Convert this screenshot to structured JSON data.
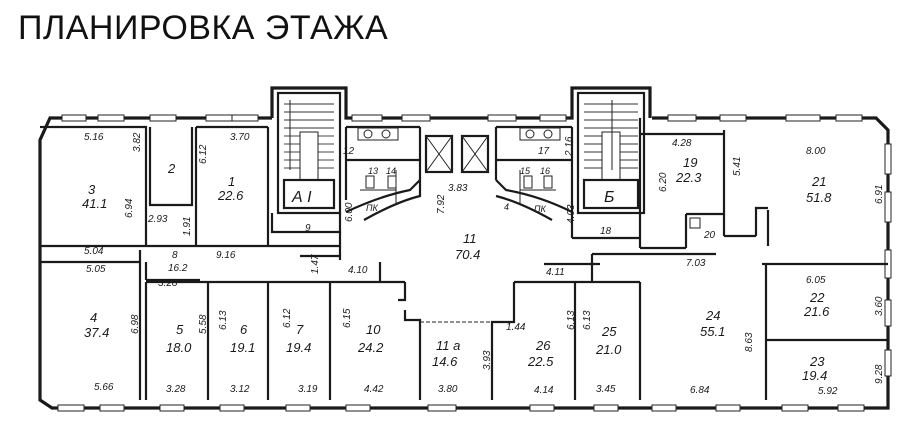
{
  "title": "ПЛАНИРОВКА ЭТАЖА",
  "stairs": [
    {
      "id": "stair-a",
      "label": "А I"
    },
    {
      "id": "stair-b",
      "label": "Б"
    }
  ],
  "rooms": [
    {
      "id": "r3",
      "number": "3",
      "area": "41.1"
    },
    {
      "id": "r2",
      "number": "2",
      "area": ""
    },
    {
      "id": "r1",
      "number": "1",
      "area": "22.6"
    },
    {
      "id": "r12",
      "number": "12",
      "area": ""
    },
    {
      "id": "r13",
      "number": "13",
      "area": ""
    },
    {
      "id": "r14",
      "number": "14",
      "area": ""
    },
    {
      "id": "r15",
      "number": "15",
      "area": ""
    },
    {
      "id": "r16",
      "number": "16",
      "area": ""
    },
    {
      "id": "r17",
      "number": "17",
      "area": ""
    },
    {
      "id": "r9",
      "number": "9",
      "area": ""
    },
    {
      "id": "r8",
      "number": "8",
      "area": "16.2"
    },
    {
      "id": "r11",
      "number": "11",
      "area": "70.4"
    },
    {
      "id": "r18",
      "number": "18",
      "area": ""
    },
    {
      "id": "r19",
      "number": "19",
      "area": "22.3"
    },
    {
      "id": "r20",
      "number": "20",
      "area": ""
    },
    {
      "id": "r21",
      "number": "21",
      "area": "51.8"
    },
    {
      "id": "r4",
      "number": "4",
      "area": "37.4"
    },
    {
      "id": "r5",
      "number": "5",
      "area": "18.0"
    },
    {
      "id": "r6",
      "number": "6",
      "area": "19.1"
    },
    {
      "id": "r7",
      "number": "7",
      "area": "19.4"
    },
    {
      "id": "r10",
      "number": "10",
      "area": "24.2"
    },
    {
      "id": "r11a",
      "number": "11 а",
      "area": "14.6"
    },
    {
      "id": "r26",
      "number": "26",
      "area": "22.5"
    },
    {
      "id": "r25",
      "number": "25",
      "area": "21.0"
    },
    {
      "id": "r24",
      "number": "24",
      "area": "55.1"
    },
    {
      "id": "r22",
      "number": "22",
      "area": "21.6"
    },
    {
      "id": "r23",
      "number": "23",
      "area": "19.4"
    }
  ],
  "tags": {
    "pk1": "ПК",
    "pk2": "ПК",
    "q": "4"
  },
  "dimensions": {
    "d516": "5.16",
    "d382": "3.82",
    "d694": "6.94",
    "d293": "2.93",
    "d191": "1.91",
    "d370": "3.70",
    "d612a": "6.12",
    "d600": "6.00",
    "d383": "3.83",
    "d792": "7.92",
    "d216": "2.16",
    "d403": "4.03",
    "d428": "4.28",
    "d620": "6.20",
    "d541": "5.41",
    "d800": "8.00",
    "d691": "6.91",
    "d504": "5.04",
    "d505": "5.05",
    "d916": "9.16",
    "d328a": "3.28",
    "d147": "1.47",
    "d410": "4.10",
    "d411": "4.11",
    "d703": "7.03",
    "d605": "6.05",
    "d360": "3.60",
    "d698": "6.98",
    "d558": "5.58",
    "d613a": "6.13",
    "d612b": "6.12",
    "d615": "6.15",
    "d144": "1.44",
    "d613b": "6.13",
    "d613c": "6.13",
    "d863": "8.63",
    "d928": "9.28",
    "d566": "5.66",
    "d328b": "3.28",
    "d312": "3.12",
    "d319": "3.19",
    "d442": "4.42",
    "d380": "3.80",
    "d393": "3.93",
    "d414": "4.14",
    "d345": "3.45",
    "d684": "6.84",
    "d592": "5.92"
  }
}
